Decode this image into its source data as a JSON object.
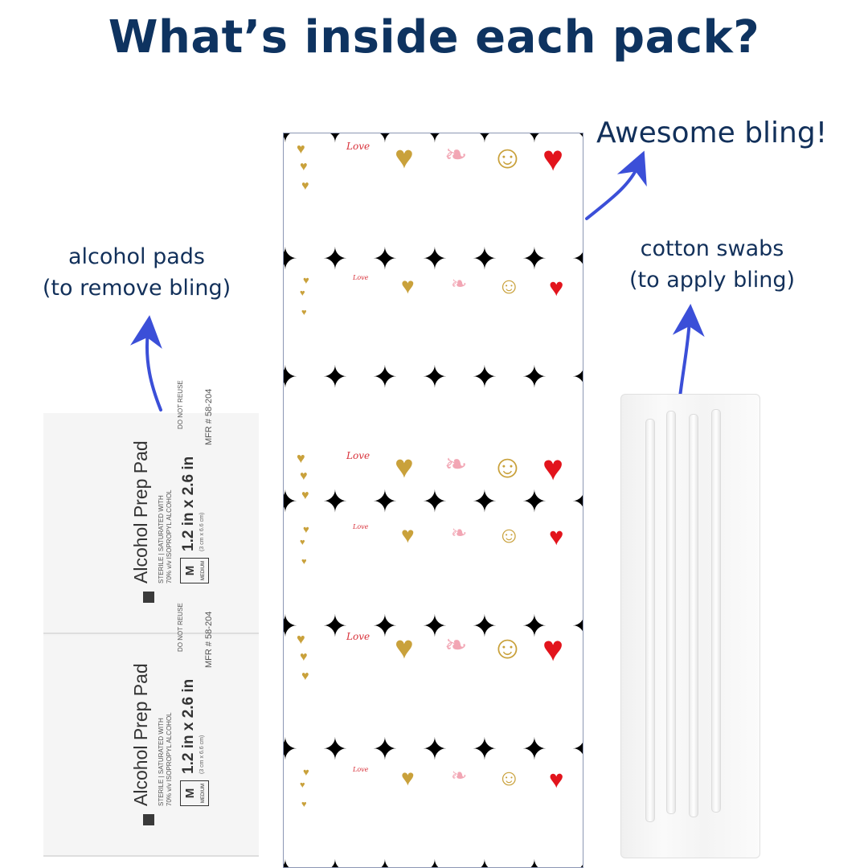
{
  "title": "What’s inside each pack?",
  "labels": {
    "alcohol": [
      "alcohol pads",
      "(to remove bling)"
    ],
    "bling": "Awesome bling!",
    "swabs": [
      "cotton swabs",
      "(to apply bling)"
    ]
  },
  "alcohol_pad": {
    "name": "Alcohol Prep Pad",
    "saturated_line1": "STERILE | SATURATED WITH",
    "saturated_line2": "70% v/v ISOPROPYL ALCOHOL",
    "size_letter": "M",
    "size_word": "MEDIUM",
    "dimensions": "1.2 in x 2.6 in",
    "dimensions_cm": "(3 cm x 6.6 cm)",
    "do_not_reuse": "DO NOT REUSE",
    "mfr": "MFR # 58-204"
  },
  "bling": {
    "love_text": "Love",
    "icons": [
      "stars",
      "gold hearts",
      "love script",
      "glitter heart",
      "cupid",
      "heart-eyes emoji",
      "red heart"
    ]
  },
  "colors": {
    "title": "#0e3360",
    "label": "#12305a",
    "arrow": "#3b4fd8"
  }
}
